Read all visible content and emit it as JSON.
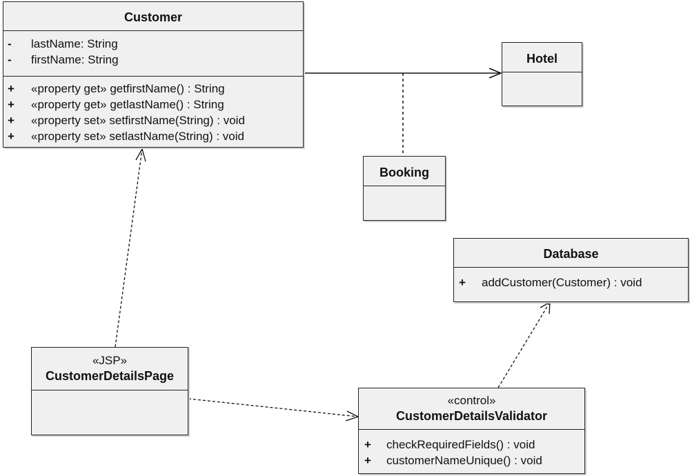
{
  "classes": {
    "customer": {
      "name": "Customer",
      "attributes": [
        {
          "vis": "-",
          "text": "lastName:  String"
        },
        {
          "vis": "-",
          "text": "firstName:  String"
        }
      ],
      "operations": [
        {
          "vis": "+",
          "text": "«property get» getfirstName() : String"
        },
        {
          "vis": "+",
          "text": "«property get» getlastName() : String"
        },
        {
          "vis": "+",
          "text": "«property set» setfirstName(String) : void"
        },
        {
          "vis": "+",
          "text": "«property set» setlastName(String) : void"
        }
      ]
    },
    "hotel": {
      "name": "Hotel"
    },
    "booking": {
      "name": "Booking"
    },
    "database": {
      "name": "Database",
      "operations": [
        {
          "vis": "+",
          "text": "addCustomer(Customer) : void"
        }
      ]
    },
    "page": {
      "stereotype": "«JSP»",
      "name": "CustomerDetailsPage"
    },
    "validator": {
      "stereotype": "«control»",
      "name": "CustomerDetailsValidator",
      "operations": [
        {
          "vis": "+",
          "text": "checkRequiredFields() : void"
        },
        {
          "vis": "+",
          "text": "customerNameUnique() : void"
        }
      ]
    }
  }
}
